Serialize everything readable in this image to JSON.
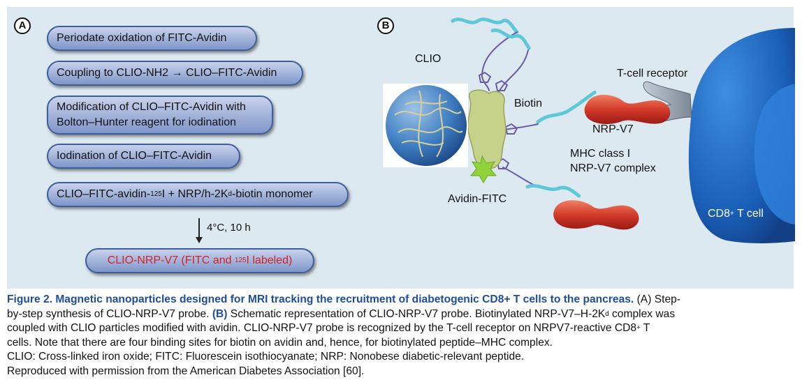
{
  "panel_a": {
    "label": "A",
    "steps": [
      {
        "text": "Periodate oxidation of FITC-Avidin"
      },
      {
        "text": "Coupling to CLIO-NH2 → CLIO–FITC-Avidin"
      },
      {
        "line1": "Modification of CLIO–FITC-Avidin with",
        "line2": "Bolton–Hunter reagent for iodination"
      },
      {
        "text": "Iodination of CLIO–FITC-Avidin"
      },
      {
        "pre": "CLIO–FITC-avidin-",
        "sup1": "125",
        "mid": "I + NRP/h-2K",
        "sup2": "d",
        "post": "-biotin monomer"
      }
    ],
    "condition": "4°C, 10 h",
    "final": {
      "pre": "CLIO-NRP-V7 (FITC and ",
      "sup": "125",
      "post": "I labeled)"
    }
  },
  "panel_b": {
    "label": "B",
    "labels": {
      "clio": "CLIO",
      "biotin": "Biotin",
      "avidin_fitc": "Avidin-FITC",
      "tcr": "T-cell receptor",
      "nrpv7": "NRP-V7",
      "mhc_line1": "MHC class I",
      "mhc_line2": "NRP-V7 complex",
      "cd8_pre": "CD8",
      "cd8_sup": "+",
      "cd8_post": " T cell"
    }
  },
  "caption": {
    "figure_title": "Figure 2. Magnetic nanoparticles designed for MRI tracking the recruitment of diabetogenic CD8+ T cells to the pancreas.",
    "line1_tail": " (A) Step-",
    "line2": {
      "a": "by-step synthesis of CLIO-NRP-V7 probe. ",
      "tag": "(B)",
      "b": " Schematic representation of CLIO-NRP-V7 probe. Biotinylated NRP-V7–H-2K",
      "sup": "d",
      "c": " complex was"
    },
    "line3": {
      "a": "coupled with CLIO particles modified with avidin. CLIO-NRP-V7 probe is recognized by the T-cell receptor on NRPV7-reactive CD8",
      "sup": "+",
      "b": " T"
    },
    "line4": "cells. Note that there are four binding sites for biotin on avidin and, hence, for biotinylated peptide–MHC complex.",
    "line5": "CLIO: Cross-linked iron oxide; FITC: Fluorescein isothiocyanate; NRP: Nonobese diabetic-relevant peptide.",
    "line6": "Reproduced with permission from the American Diabetes Association [60]."
  },
  "colors": {
    "panel_bg": "#dde9f1",
    "pill_border": "#3d5e98",
    "pill_fill": "#8fa3d2",
    "final_text": "#d2232a",
    "caption_title": "#1f4e9c",
    "cell_blue": "#1f69c4",
    "nrp_red": "#d23a2a",
    "avidin_green": "#c6d28a",
    "fitc_green": "#8fd23a"
  },
  "icons": [
    "clio-nanoparticle-icon",
    "avidin-molecule-icon",
    "fitc-star-icon",
    "biotin-chain-icon",
    "nrp-v7-mhc-icon",
    "t-cell-receptor-icon",
    "cd8-t-cell-icon"
  ]
}
